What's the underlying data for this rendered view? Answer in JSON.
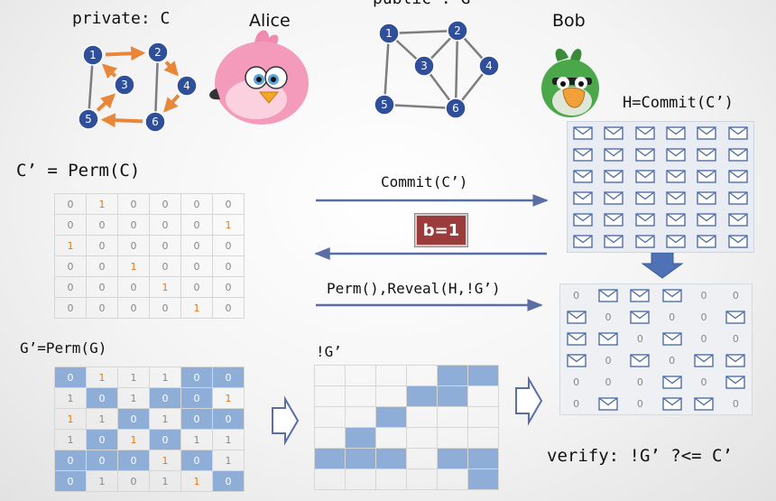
{
  "labels": {
    "private": "private: C",
    "alice": "Alice",
    "public": "public : G",
    "bob": "Bob",
    "commit_h": "H=Commit(C’)",
    "c_prime": "C’ = Perm(C)",
    "commit_msg": "Commit(C’)",
    "challenge": "b=1",
    "reveal_msg": "Perm(),Reveal(H,!G’)",
    "g_prime": "G’=Perm(G)",
    "not_g": "!G’",
    "verify": "verify: !G’ ?<= C’"
  },
  "graphs": {
    "private": {
      "nodes": [
        "1",
        "2",
        "3",
        "4",
        "5",
        "6"
      ],
      "edges": [
        [
          "1",
          "2"
        ],
        [
          "2",
          "4"
        ],
        [
          "4",
          "6"
        ],
        [
          "6",
          "5"
        ],
        [
          "5",
          "3"
        ],
        [
          "3",
          "1"
        ],
        [
          "1",
          "5"
        ],
        [
          "2",
          "6"
        ]
      ],
      "highlighted_edges": [
        [
          "1",
          "2"
        ],
        [
          "2",
          "4"
        ],
        [
          "4",
          "6"
        ],
        [
          "6",
          "5"
        ],
        [
          "5",
          "3"
        ],
        [
          "3",
          "1"
        ]
      ]
    },
    "public": {
      "nodes": [
        "1",
        "2",
        "3",
        "4",
        "5",
        "6"
      ],
      "edges": [
        [
          "1",
          "2"
        ],
        [
          "1",
          "3"
        ],
        [
          "1",
          "5"
        ],
        [
          "2",
          "3"
        ],
        [
          "2",
          "4"
        ],
        [
          "2",
          "6"
        ],
        [
          "3",
          "6"
        ],
        [
          "4",
          "6"
        ],
        [
          "5",
          "6"
        ]
      ]
    }
  },
  "matrices": {
    "c_prime": [
      [
        "0",
        "1",
        "0",
        "0",
        "0",
        "0"
      ],
      [
        "0",
        "0",
        "0",
        "0",
        "0",
        "1"
      ],
      [
        "1",
        "0",
        "0",
        "0",
        "0",
        "0"
      ],
      [
        "0",
        "0",
        "1",
        "0",
        "0",
        "0"
      ],
      [
        "0",
        "0",
        "0",
        "1",
        "0",
        "0"
      ],
      [
        "0",
        "0",
        "0",
        "0",
        "1",
        "0"
      ]
    ],
    "g_prime": [
      [
        "0",
        "1",
        "1",
        "1",
        "0",
        "0"
      ],
      [
        "1",
        "0",
        "1",
        "0",
        "0",
        "1"
      ],
      [
        "1",
        "1",
        "0",
        "1",
        "0",
        "0"
      ],
      [
        "1",
        "0",
        "1",
        "0",
        "1",
        "1"
      ],
      [
        "0",
        "0",
        "0",
        "1",
        "0",
        "1"
      ],
      [
        "0",
        "1",
        "0",
        "1",
        "1",
        "0"
      ]
    ],
    "g_prime_blue": [
      [
        1,
        0,
        0,
        0,
        1,
        1
      ],
      [
        0,
        1,
        0,
        1,
        1,
        0
      ],
      [
        0,
        0,
        1,
        0,
        1,
        1
      ],
      [
        0,
        1,
        0,
        1,
        0,
        0
      ],
      [
        1,
        1,
        1,
        0,
        1,
        0
      ],
      [
        1,
        0,
        0,
        0,
        0,
        1
      ]
    ],
    "g_prime_highlight": [
      [
        0,
        1,
        0,
        0,
        0,
        0
      ],
      [
        0,
        0,
        0,
        0,
        0,
        1
      ],
      [
        1,
        0,
        0,
        0,
        0,
        0
      ],
      [
        0,
        0,
        1,
        0,
        0,
        0
      ],
      [
        0,
        0,
        0,
        1,
        0,
        0
      ],
      [
        0,
        0,
        0,
        0,
        1,
        0
      ]
    ],
    "not_g_blue": [
      [
        0,
        0,
        0,
        0,
        1,
        1
      ],
      [
        0,
        0,
        0,
        1,
        1,
        0
      ],
      [
        0,
        0,
        1,
        0,
        0,
        0
      ],
      [
        0,
        1,
        0,
        0,
        0,
        0
      ],
      [
        1,
        1,
        1,
        0,
        1,
        1
      ],
      [
        0,
        0,
        0,
        0,
        0,
        1
      ]
    ],
    "reveal_grid": [
      [
        "0",
        "E",
        "E",
        "E",
        "0",
        "0"
      ],
      [
        "E",
        "0",
        "E",
        "0",
        "0",
        "E"
      ],
      [
        "E",
        "E",
        "0",
        "E",
        "0",
        "0"
      ],
      [
        "E",
        "0",
        "E",
        "0",
        "E",
        "E"
      ],
      [
        "0",
        "0",
        "0",
        "E",
        "0",
        "E"
      ],
      [
        "0",
        "E",
        "0",
        "E",
        "E",
        "0"
      ]
    ]
  },
  "colors": {
    "node": "#2f4f9a",
    "edge": "#7d7d7d",
    "highlight_edge": "#e8873a",
    "arrow": "#5a6ea6",
    "challenge_bg": "#9b3b3b",
    "blue_cell": "#8eaed8",
    "envelope": "#4f6fa8",
    "down_arrow": "#4e72b5"
  }
}
